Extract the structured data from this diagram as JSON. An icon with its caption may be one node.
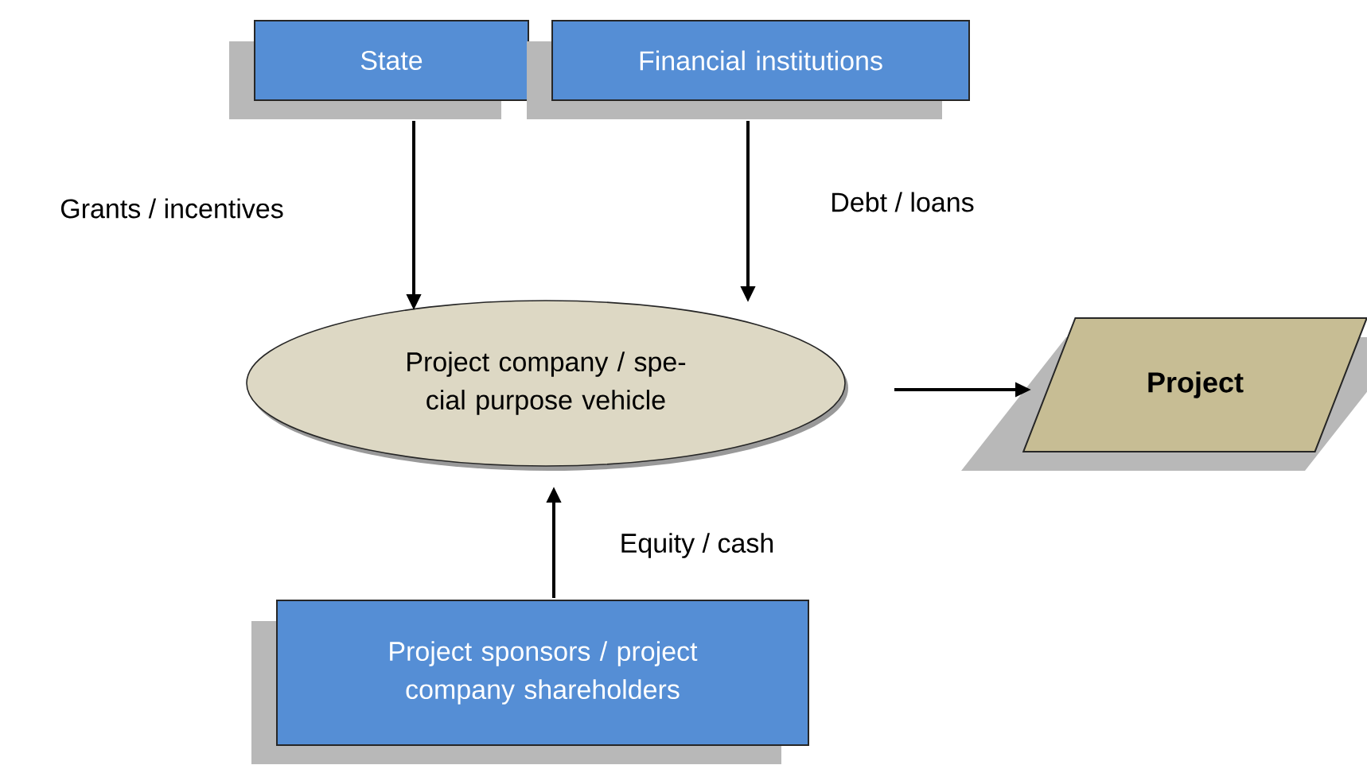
{
  "diagram": {
    "nodes": [
      {
        "text": [
          "State"
        ]
      },
      {
        "text": [
          "Financial institutions"
        ]
      },
      {
        "text": [
          "Project company / spe- cial purpose vehicle"
        ]
      },
      {
        "text": [
          "Project"
        ]
      },
      {
        "text": [
          "Project sponsors / project company shareholders"
        ]
      }
    ],
    "edges": [
      {
        "from": 0,
        "to": 2,
        "arrow": "to",
        "label": "Grants / incentives"
      },
      {
        "from": 1,
        "to": 2,
        "arrow": "to",
        "label": "Debt / loans"
      },
      {
        "from": 2,
        "to": 3,
        "arrow": "to"
      },
      {
        "from": 4,
        "to": 2,
        "arrow": "to",
        "label": "Equity / cash"
      }
    ]
  }
}
